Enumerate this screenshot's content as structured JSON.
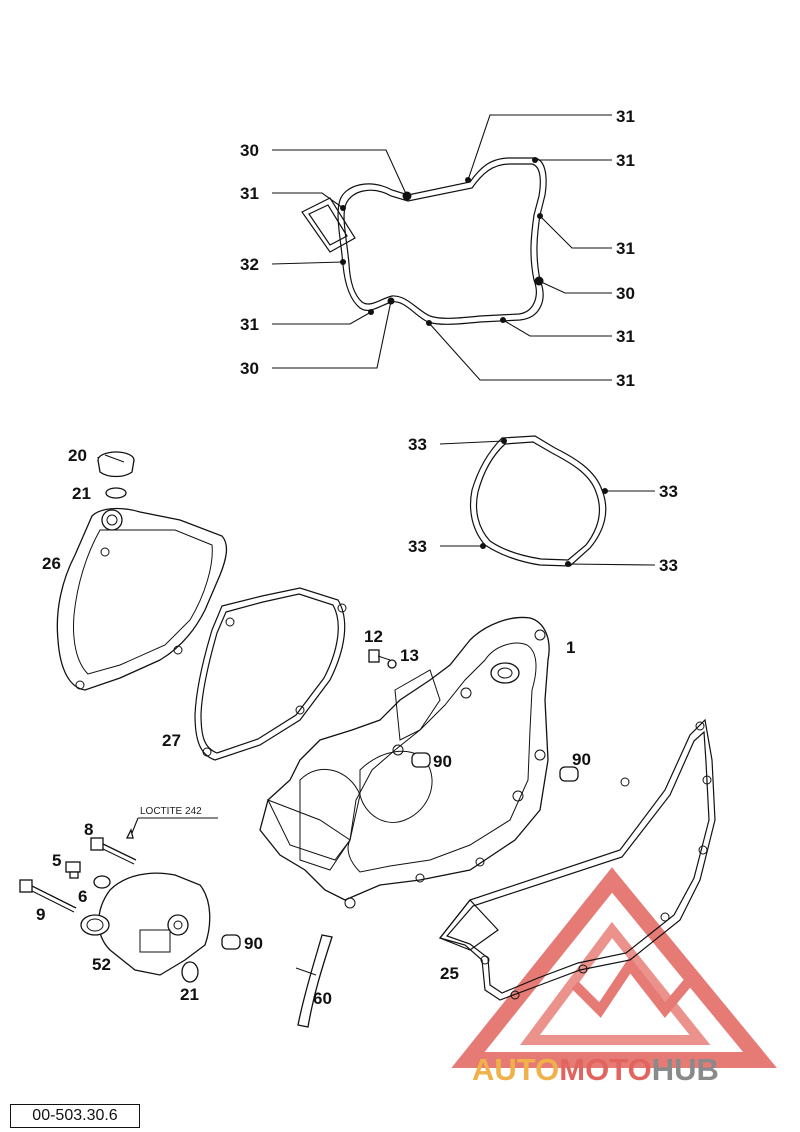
{
  "callouts": {
    "c31_top": "31",
    "c30_topleft": "30",
    "c31_right1": "31",
    "c31_left1": "31",
    "c31_right2": "31",
    "c32": "32",
    "c30_right": "30",
    "c31_left2": "31",
    "c31_right3": "31",
    "c30_left2": "30",
    "c31_right4": "31",
    "c33_a": "33",
    "c33_b": "33",
    "c33_c": "33",
    "c33_d": "33",
    "c20": "20",
    "c21_top": "21",
    "c26": "26",
    "c27": "27",
    "c12": "12",
    "c13": "13",
    "c1": "1",
    "c90_a": "90",
    "c90_b": "90",
    "c90_c": "90",
    "c8": "8",
    "c5": "5",
    "c6": "6",
    "c9": "9",
    "c52": "52",
    "c21_bottom": "21",
    "c60": "60",
    "c25": "25"
  },
  "note_loctite": "LOCTITE 242",
  "watermark": {
    "part1": "AUTO",
    "part2": "MOTO",
    "part3": "HUB",
    "color_orange": "#f0b14a",
    "color_red": "#e2645f",
    "color_gray": "#8a8a8a"
  },
  "reference_code": "00-503.30.6"
}
